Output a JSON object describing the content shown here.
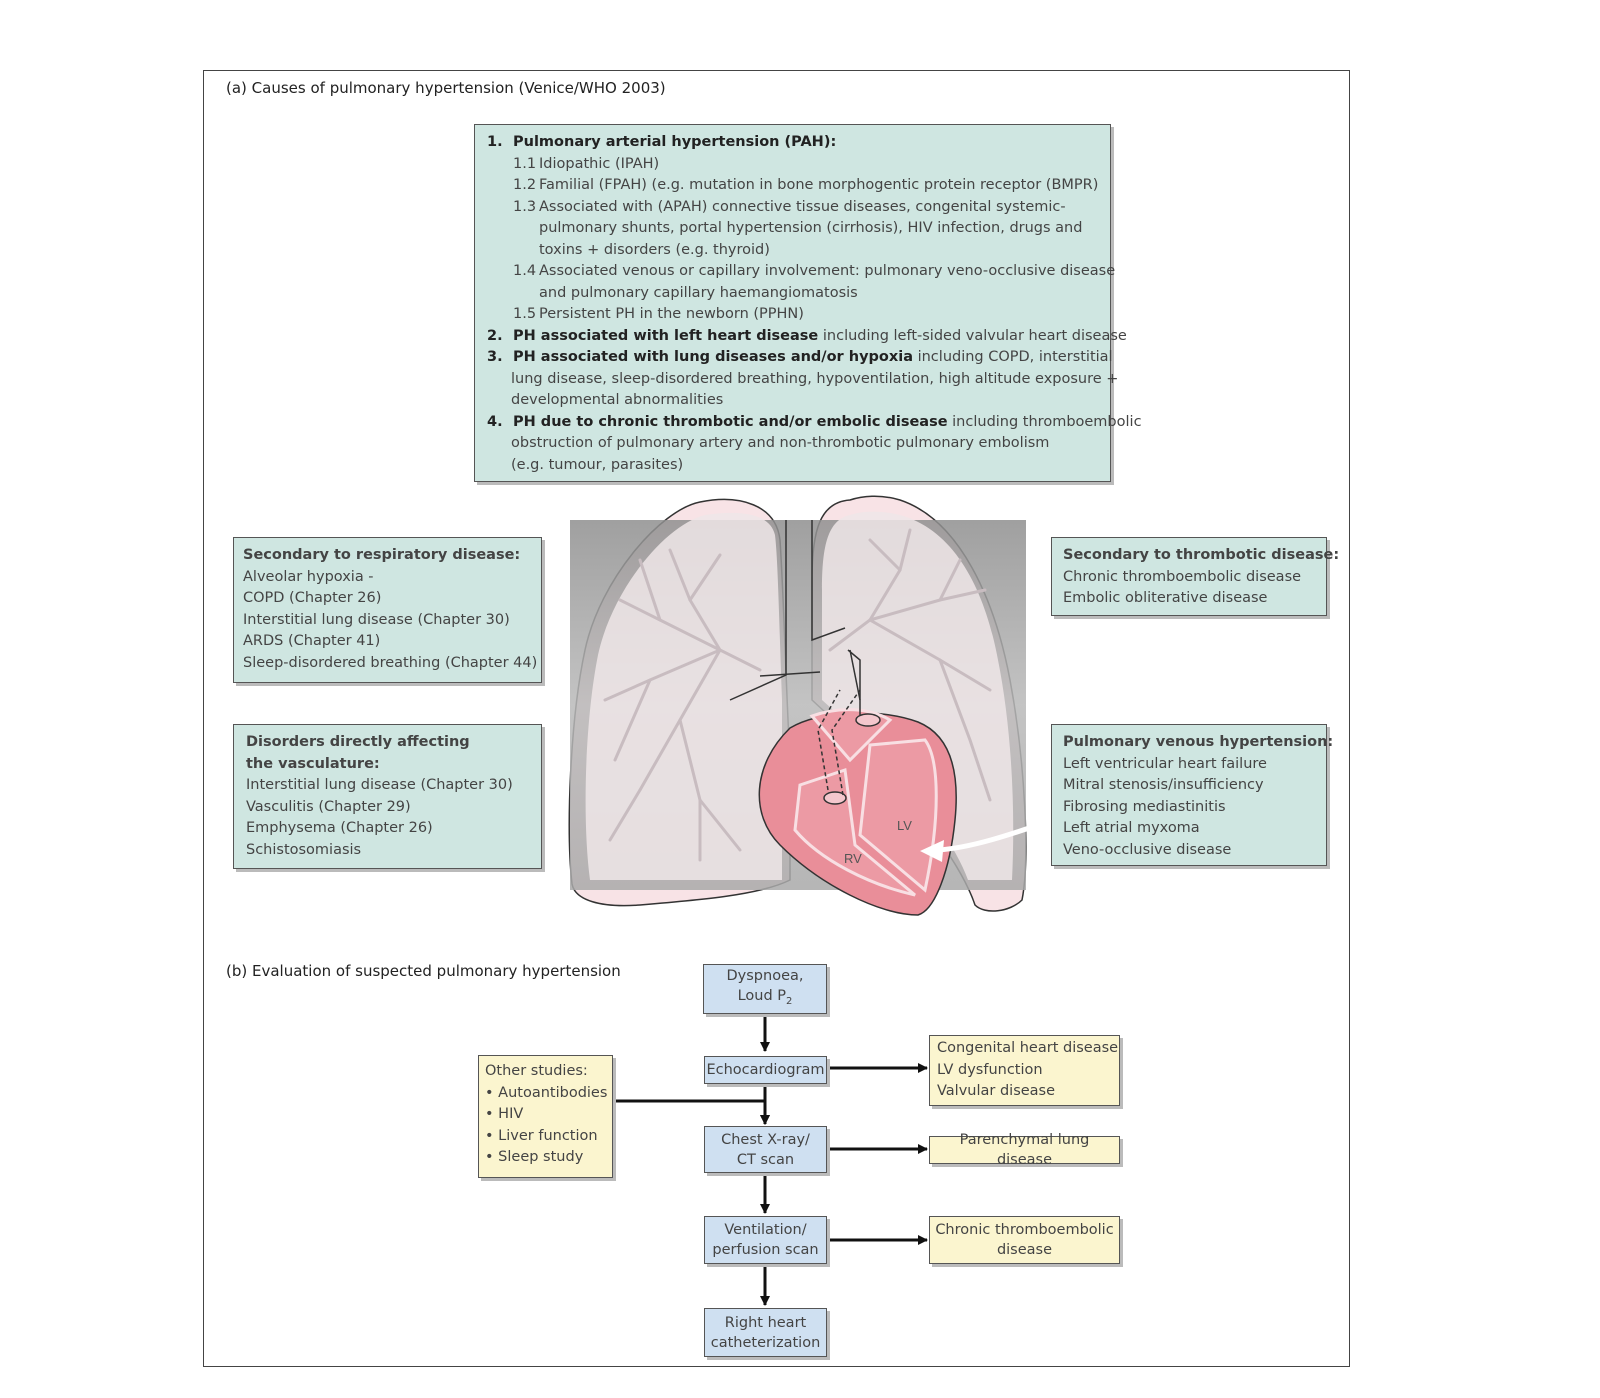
{
  "panel_a": {
    "title": "(a)  Causes of pulmonary hypertension (Venice/WHO 2003)",
    "classification": {
      "c1": {
        "num": "1.",
        "head": "Pulmonary arterial hypertension (PAH):"
      },
      "c1_1": {
        "num": "1.1",
        "text": "Idiopathic (IPAH)"
      },
      "c1_2": {
        "num": "1.2",
        "text": "Familial (FPAH) (e.g. mutation in bone morphogentic protein receptor (BMPR)"
      },
      "c1_3": {
        "num": "1.3",
        "text": "Associated with (APAH) connective tissue diseases, congenital systemic-",
        "cont1": "pulmonary shunts, portal hypertension (cirrhosis), HIV infection, drugs and",
        "cont2": "toxins + disorders (e.g. thyroid)"
      },
      "c1_4": {
        "num": "1.4",
        "text": "Associated venous or capillary involvement: pulmonary veno-occlusive disease",
        "cont1": "and pulmonary capillary haemangiomatosis"
      },
      "c1_5": {
        "num": "1.5",
        "text": "Persistent PH in the newborn (PPHN)"
      },
      "c2": {
        "num": "2.",
        "head": "PH associated with left heart disease",
        "text": " including left-sided valvular heart disease"
      },
      "c3": {
        "num": "3.",
        "head": "PH associated with lung diseases and/or hypoxia",
        "text": " including COPD, interstitial",
        "cont1": "lung disease, sleep-disordered breathing, hypoventilation, high altitude exposure +",
        "cont2": "developmental abnormalities"
      },
      "c4": {
        "num": "4.",
        "head": "PH due to chronic thrombotic and/or embolic disease",
        "text": " including thromboembolic",
        "cont1": "obstruction of pulmonary artery and non-thrombotic pulmonary embolism",
        "cont2": "(e.g. tumour, parasites)"
      }
    },
    "respiratory": {
      "title": "Secondary to respiratory disease:",
      "items": [
        "Alveolar hypoxia -",
        "COPD (Chapter 26)",
        "Interstitial lung disease (Chapter 30)",
        "ARDS (Chapter 41)",
        "Sleep-disordered breathing (Chapter 44)"
      ]
    },
    "vasculature": {
      "title1": "Disorders directly affecting",
      "title2": "the vasculature:",
      "items": [
        "Interstitial lung disease (Chapter 30)",
        "Vasculitis (Chapter 29)",
        "Emphysema (Chapter 26)",
        "Schistosomiasis"
      ]
    },
    "thrombotic": {
      "title": "Secondary to thrombotic disease:",
      "items": [
        "Chronic thromboembolic disease",
        "Embolic obliterative disease"
      ]
    },
    "venous": {
      "title": "Pulmonary venous hypertension:",
      "items": [
        "Left ventricular heart failure",
        "Mitral stenosis/insufficiency",
        "Fibrosing mediastinitis",
        "Left atrial myxoma",
        "Veno-occlusive disease"
      ]
    },
    "heart_labels": {
      "lv": "LV",
      "rv": "RV"
    }
  },
  "panel_b": {
    "title": "(b)  Evaluation of suspected pulmonary hypertension",
    "dyspnoea": {
      "line1": "Dyspnoea,",
      "line2": "Loud P",
      "sub": "2"
    },
    "echo": "Echocardiogram",
    "xray": {
      "line1": "Chest X-ray/",
      "line2": "CT scan"
    },
    "vq": {
      "line1": "Ventilation/",
      "line2": "perfusion scan"
    },
    "cath": {
      "line1": "Right heart",
      "line2": "catheterization"
    },
    "other": {
      "title": "Other studies:",
      "items": [
        "Autoantibodies",
        "HIV",
        "Liver function",
        "Sleep study"
      ]
    },
    "echo_findings": [
      "Congenital heart disease",
      "LV dysfunction",
      "Valvular disease"
    ],
    "parenchymal": "Parenchymal lung disease",
    "cteph": {
      "line1": "Chronic thromboembolic",
      "line2": "disease"
    }
  },
  "colors": {
    "teal": "#cfe6e1",
    "blue": "#cfe0f1",
    "yellow": "#fbf5cf",
    "heart": "#e87f8c"
  }
}
